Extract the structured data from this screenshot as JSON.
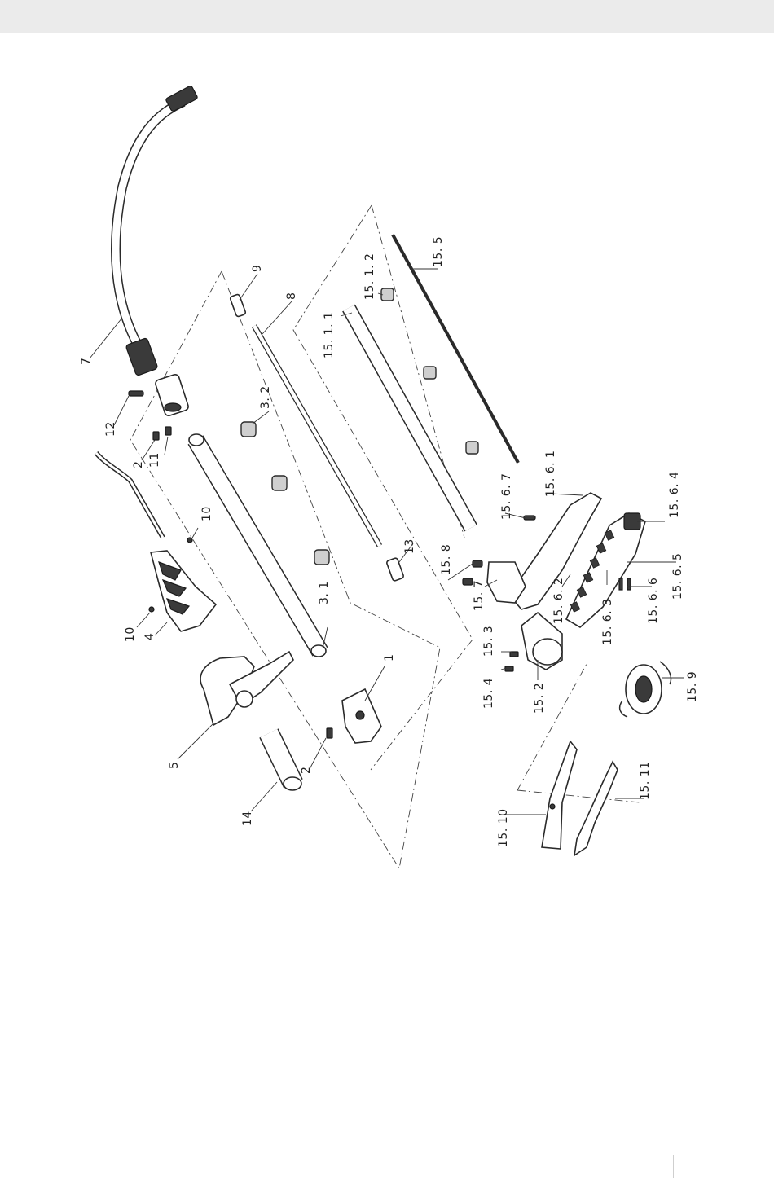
{
  "labels": {
    "l_7": "7",
    "l_12": "12",
    "l_2a": "2",
    "l_11": "11",
    "l_10a": "10",
    "l_10b": "10",
    "l_4": "4",
    "l_5": "5",
    "l_14": "14",
    "l_2b": "2",
    "l_1": "1",
    "l_3_1": "3. 1",
    "l_3_2": "3. 2",
    "l_9": "9",
    "l_8": "8",
    "l_13": "13",
    "l_15_1_1": "15. 1. 1",
    "l_15_1_2": "15. 1. 2",
    "l_15_5": "15. 5",
    "l_15_8": "15. 8",
    "l_15_7": "15. 7",
    "l_15_6_7": "15. 6. 7",
    "l_15_6_1": "15. 6. 1",
    "l_15_6_2": "15. 6. 2",
    "l_15_6_3": "15. 6. 3",
    "l_15_6_4": "15. 6. 4",
    "l_15_6_5": "15. 6. 5",
    "l_15_6_6": "15. 6. 6",
    "l_15_3": "15. 3",
    "l_15_4": "15. 4",
    "l_15_2": "15. 2",
    "l_15_9": "15. 9",
    "l_15_10": "15. 10",
    "l_15_11": "15. 11"
  }
}
